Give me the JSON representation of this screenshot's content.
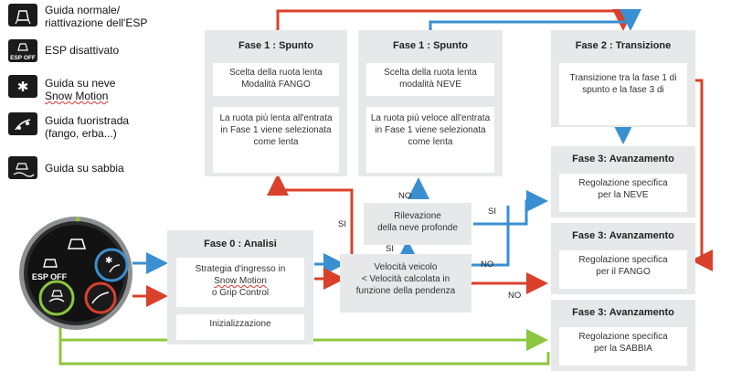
{
  "legend": [
    {
      "icon": "normal-drive-icon",
      "lines": [
        "Guida normale/",
        "riattivazione dell'ESP"
      ]
    },
    {
      "icon": "esp-off-icon",
      "icon_text": "ESP OFF",
      "lines": [
        "ESP disattivato"
      ]
    },
    {
      "icon": "snow-icon",
      "lines": [
        "Guida su neve",
        "Snow Motion"
      ]
    },
    {
      "icon": "offroad-icon",
      "lines": [
        "Guida fuoristrada",
        "(fango, erba...)"
      ]
    },
    {
      "icon": "sand-icon",
      "lines": [
        "Guida su sabbia"
      ]
    }
  ],
  "dial": {
    "esp_label": "ESP OFF"
  },
  "boxes": {
    "fase1_fango": {
      "title": "Fase 1 : Spunto",
      "c1": [
        "Scelta della ruota lenta",
        "Modalità FANGO"
      ],
      "c2": [
        "La ruota più lenta all'entrata",
        "in Fase 1 viene selezionata",
        "come lenta"
      ]
    },
    "fase1_neve": {
      "title": "Fase 1 : Spunto",
      "c1": [
        "Scelta della ruota lenta",
        "modalità NEVE"
      ],
      "c2": [
        "La ruota più veloce all'entrata",
        "in Fase 1 viene selezionata",
        "come lenta"
      ]
    },
    "fase2": {
      "title": "Fase 2 : Transizione",
      "c1": [
        "Transizione tra la fase 1 di",
        "spunto e la fase 3 di"
      ]
    },
    "fase0": {
      "title": "Fase 0 : Analisi",
      "c1": [
        "Strategia d'ingresso in",
        "Snow Motion",
        "o Grip Control"
      ],
      "c2": [
        "Inizializzazione"
      ]
    },
    "rilevazione": [
      "Rilevazione",
      "della neve profonde"
    ],
    "velocita": [
      "Velocità veicolo",
      "< Velocità calcolata in",
      "funzione della pendenza"
    ],
    "fase3_neve": {
      "title": "Fase 3: Avanzamento",
      "c1": [
        "Regolazione specifica",
        "per la NEVE"
      ]
    },
    "fase3_fango": {
      "title": "Fase 3: Avanzamento",
      "c1": [
        "Regolazione specifica",
        "per il FANGO"
      ]
    },
    "fase3_sabbia": {
      "title": "Fase 3: Avanzamento",
      "c1": [
        "Regolazione specifica",
        "per la SABBIA"
      ]
    }
  },
  "labels": {
    "si_left": "SI",
    "si_mid": "SI",
    "si_right": "SI",
    "no_top": "NO",
    "no_mid": "NO",
    "no_bottom": "NO"
  },
  "colors": {
    "red": "#d9412b",
    "blue": "#3a8fd0",
    "green": "#8dc63f",
    "panel": "#e7e8ea"
  }
}
